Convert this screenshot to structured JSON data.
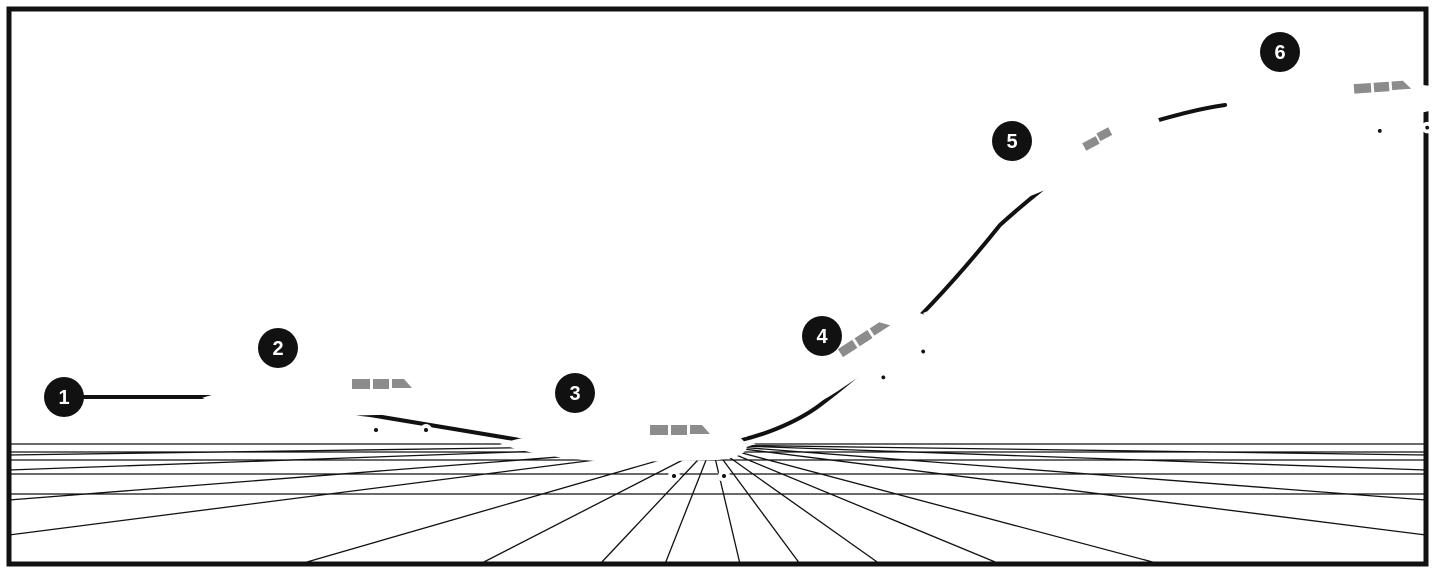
{
  "diagram": {
    "steps": [
      {
        "label": "1"
      },
      {
        "label": "2"
      },
      {
        "label": "3"
      },
      {
        "label": "4"
      },
      {
        "label": "5"
      },
      {
        "label": "6"
      }
    ],
    "colors": {
      "ink": "#111111",
      "background": "#ffffff",
      "canopy": "#8c8c8c"
    },
    "icons": [
      "airplane-icon"
    ]
  }
}
